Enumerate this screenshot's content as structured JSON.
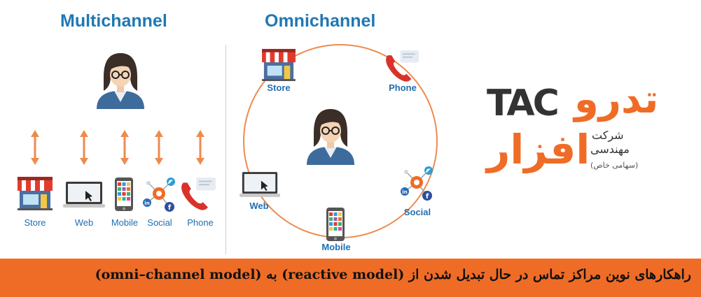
{
  "multichannel": {
    "title": "Multichannel",
    "channels": [
      "Store",
      "Web",
      "Mobile",
      "Social",
      "Phone"
    ]
  },
  "omnichannel": {
    "title": "Omnichannel",
    "channels": {
      "store": "Store",
      "phone": "Phone",
      "web": "Web",
      "social": "Social",
      "mobile": "Mobile"
    }
  },
  "logo": {
    "latin": "TAC",
    "brand_word_1": "تدرو",
    "brand_word_2": "افزار",
    "company_line_1": "شرکت",
    "company_line_2": "مهندسی",
    "company_line_3": "(سهامی خاص)"
  },
  "banner": {
    "text": "راهکارهای نوین مراکز تماس در حال تبدیل شدن از (reactive model) به (omni–channel model)"
  },
  "colors": {
    "accent_orange": "#ef6c27",
    "title_blue": "#1f78b4",
    "logo_dark": "#333333"
  }
}
